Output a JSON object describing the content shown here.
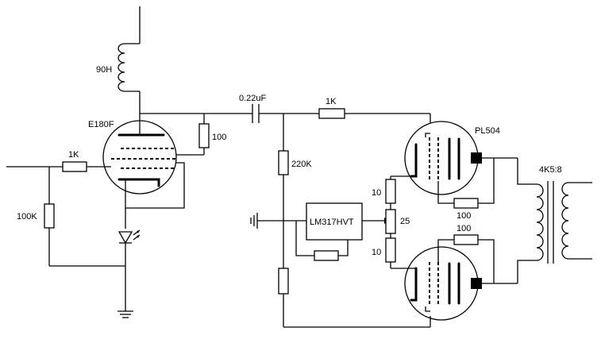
{
  "labels": {
    "choke": "90H",
    "input_tube": "E180F",
    "coupling_cap": "0.22uF",
    "plate_resistor": "100",
    "grid_stopper_in": "1K",
    "grid_leak": "100K",
    "grid_stopper_out": "1K",
    "bias_resistor": "220K",
    "regulator": "LM317HVT",
    "res_upper": "10",
    "pot": "25",
    "res_lower": "10",
    "output_tube": "PL504",
    "screen_res_upper": "100",
    "screen_res_lower": "100",
    "transformer": "4K5:8"
  }
}
